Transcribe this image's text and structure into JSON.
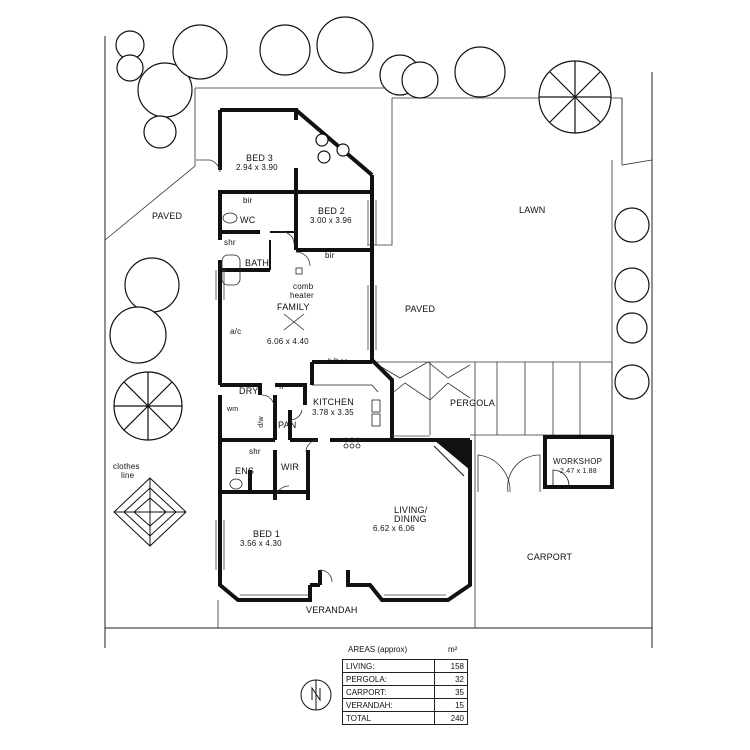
{
  "rooms": {
    "bed3": {
      "name": "BED 3",
      "dims": "2.94 x 3.90"
    },
    "bed2": {
      "name": "BED 2",
      "dims": "3.00 x 3.96"
    },
    "bed1": {
      "name": "BED 1",
      "dims": "3.56 x 4.30"
    },
    "family": {
      "name": "FAMILY",
      "dims": "6.06 x 4.40"
    },
    "kitchen": {
      "name": "KITCHEN",
      "dims": "3.78 x 3.35"
    },
    "living": {
      "name": "LIVING/",
      "name2": "DINING",
      "dims": "6.62 x 6.06"
    },
    "workshop": {
      "name": "WORKSHOP",
      "dims": "2.47 x 1.88"
    },
    "wc": "WC",
    "bath": "BATH",
    "shr_bath": "shr",
    "shr_ens": "shr",
    "ens": "ENS",
    "wir": "WIR",
    "dry": "DRY",
    "pan": "PAN",
    "bir_bed3": "bir",
    "bir_bed2": "bir",
    "comb_heater_1": "comb",
    "comb_heater_2": "heater",
    "ac": "a/c",
    "bbar": "b/bar",
    "fr": "fr",
    "wm": "wm",
    "dw": "d/w"
  },
  "outdoor": {
    "paved_left": "PAVED",
    "paved_center": "PAVED",
    "lawn": "LAWN",
    "pergola": "PERGOLA",
    "carport": "CARPORT",
    "verandah": "VERANDAH",
    "clothes_line_1": "clothes",
    "clothes_line_2": "line"
  },
  "compass": {
    "letter": "N"
  },
  "areas": {
    "title": "AREAS (approx)",
    "unit": "m²",
    "rows": [
      {
        "label": "LIVING:",
        "value": "158"
      },
      {
        "label": "PERGOLA:",
        "value": "32"
      },
      {
        "label": "CARPORT:",
        "value": "35"
      },
      {
        "label": "VERANDAH:",
        "value": "15"
      }
    ],
    "total": {
      "label": "TOTAL",
      "value": "240"
    }
  }
}
